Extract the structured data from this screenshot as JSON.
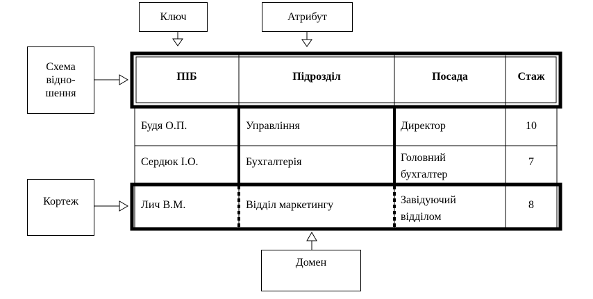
{
  "labels": {
    "key": "Ключ",
    "attribute": "Атрибут",
    "schema": [
      "Схема",
      "відно-",
      "шення"
    ],
    "tuple": "Кортеж",
    "domain": "Домен"
  },
  "table": {
    "headers": [
      "ПІБ",
      "Підрозділ",
      "Посада",
      "Стаж"
    ],
    "rows": [
      {
        "name": "Будя О.П.",
        "dept": "Управління",
        "position": [
          "Директор"
        ],
        "years": "10"
      },
      {
        "name": "Сердюк І.О.",
        "dept": "Бухгалтерія",
        "position": [
          "Головний",
          "бухгалтер"
        ],
        "years": "7"
      },
      {
        "name": "Лич В.М.",
        "dept": "Відділ маркетингу",
        "position": [
          "Завідуючий",
          "відділом"
        ],
        "years": "8"
      }
    ]
  }
}
